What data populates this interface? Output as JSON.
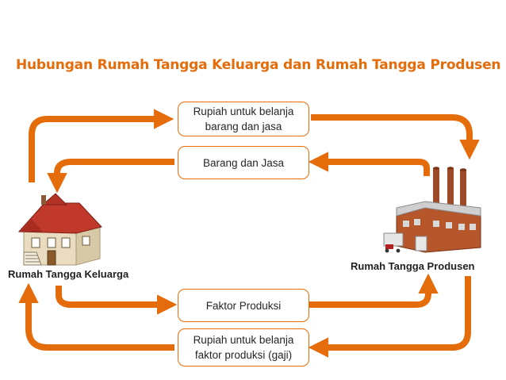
{
  "title": "Hubungan Rumah Tangga Keluarga dan Rumah Tangga Produsen",
  "colors": {
    "accent": "#e46c0a",
    "house_roof": "#c0392b",
    "house_wall": "#e9dcc0",
    "factory_brick": "#b5562b"
  },
  "boxes": {
    "money_spending": "Rupiah untuk belanja barang dan jasa",
    "goods_services": "Barang dan Jasa",
    "factors": "Faktor Produksi",
    "money_wages": "Rupiah untuk belanja faktor produksi (gaji)"
  },
  "labels": {
    "household": "Rumah Tangga Keluarga",
    "producer": "Rumah Tangga Produsen"
  },
  "icons": {
    "household": "house-icon",
    "producer": "factory-icon"
  }
}
